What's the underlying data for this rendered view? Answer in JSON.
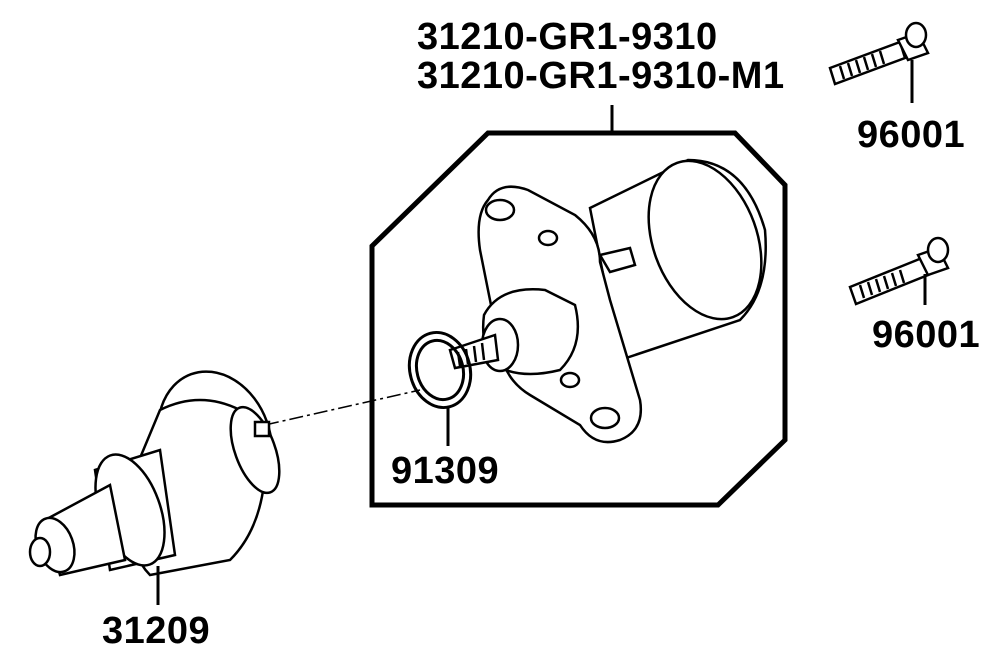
{
  "diagram": {
    "parts": {
      "starter_motor": {
        "part_number": "31210-GR1-9310",
        "alt_part_number": "31210-GR1-9310-M1"
      },
      "o_ring": {
        "part_number": "91309"
      },
      "bolt_upper": {
        "part_number": "96001"
      },
      "bolt_lower": {
        "part_number": "96001"
      },
      "starter_clutch": {
        "part_number": "31209"
      }
    }
  }
}
